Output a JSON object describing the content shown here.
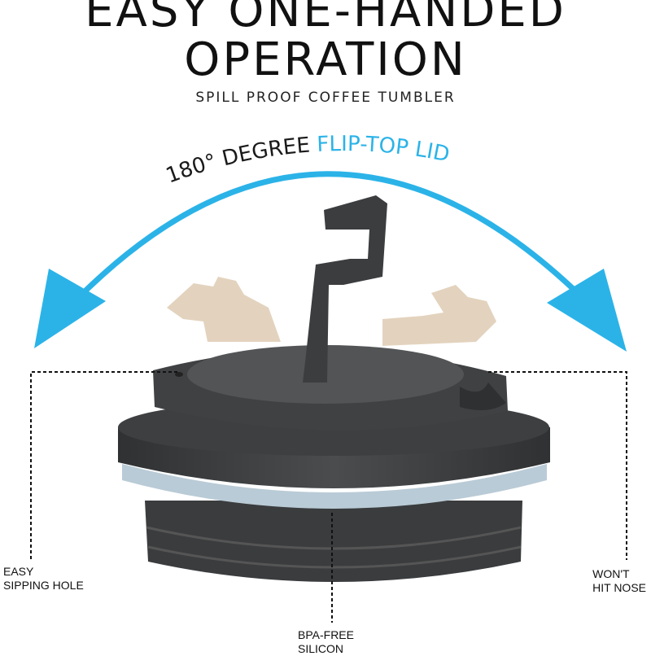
{
  "headline": {
    "line1": "EASY ONE-HANDED",
    "line2": "OPERATION"
  },
  "subtitle": "SPILL PROOF COFFEE TUMBLER",
  "arc_label": {
    "part1": "180° DEGREE ",
    "part2": "FLIP-TOP  LID"
  },
  "callouts": {
    "left": [
      "EASY",
      "SIPPING HOLE"
    ],
    "right": [
      "WON'T",
      "HIT NOSE"
    ],
    "bottom": [
      "BPA-FREE",
      "SILICON"
    ]
  },
  "colors": {
    "accent_blue": "#2bb3e8",
    "lid_dark": "#3f4143",
    "ghost_beige": "#d9c4a8",
    "seal_silicone": "#b9cbd6",
    "text": "#111111"
  },
  "icons": {
    "arc_arrow": "double-headed-curved-arrow-icon"
  }
}
